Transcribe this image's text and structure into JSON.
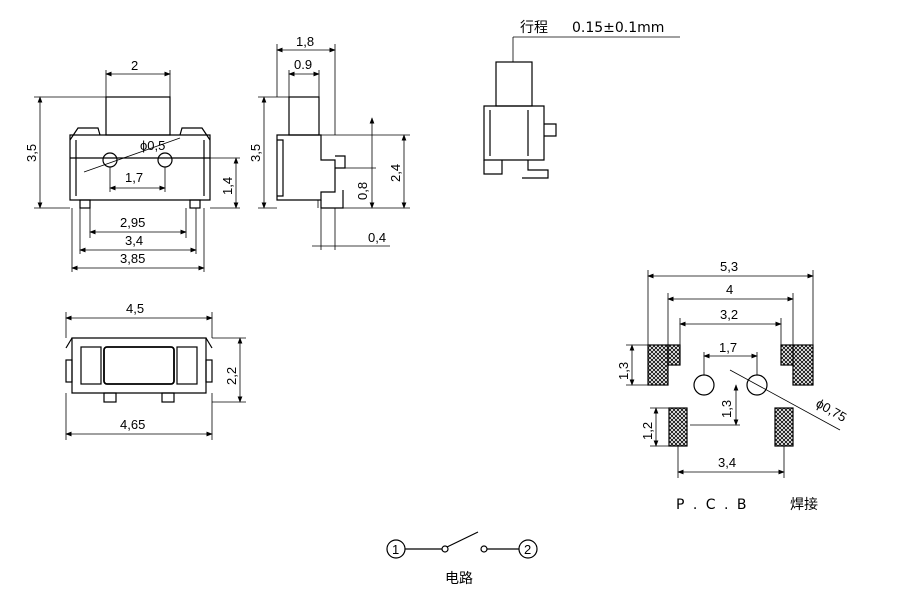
{
  "front_view": {
    "dims": {
      "width_top": "2",
      "height": "3,5",
      "hole": "ϕ0,5",
      "pitch": "1,7",
      "height_b": "1,4",
      "w1": "2,95",
      "w2": "3,4",
      "w3": "3,85"
    }
  },
  "side_view": {
    "dims": {
      "w_top": "1,8",
      "w_inner": "0.9",
      "height": "3,5",
      "h1": "2,4",
      "h2": "0,8",
      "offset": "0,4"
    }
  },
  "stroke_view": {
    "label": "行程",
    "value": "0.15±0.1mm"
  },
  "bottom_view": {
    "dims": {
      "width": "4,5",
      "height": "2,2",
      "width_b": "4,65"
    }
  },
  "pcb": {
    "dims": {
      "w1": "5,3",
      "w2": "4",
      "w3": "3,2",
      "pitch": "1,7",
      "h_pad": "1,3",
      "h_hole": "1,3",
      "hole": "ϕ0,75",
      "h_pad2": "1,2",
      "w_bottom": "3,4"
    },
    "caption_letters": "P . C . B",
    "caption_cn": "焊接"
  },
  "circuit": {
    "pin1": "1",
    "pin2": "2",
    "label": "电路"
  }
}
